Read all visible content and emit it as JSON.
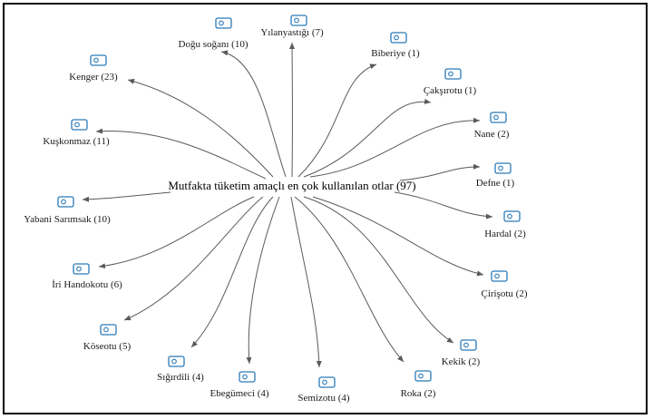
{
  "diagram": {
    "center": {
      "label": "Mutfakta tüketim amaçlı en çok kullanılan otlar (97)"
    },
    "nodes": [
      {
        "id": "yilanyastigi",
        "label": "Yılanyastığı (7)"
      },
      {
        "id": "biberiye",
        "label": "Biberiye (1)"
      },
      {
        "id": "caksirotu",
        "label": "Çakşırotu (1)"
      },
      {
        "id": "nane",
        "label": "Nane (2)"
      },
      {
        "id": "defne",
        "label": "Defne (1)"
      },
      {
        "id": "hardal",
        "label": "Hardal (2)"
      },
      {
        "id": "cirisotu",
        "label": "Çirişotu (2)"
      },
      {
        "id": "kekik",
        "label": "Kekik (2)"
      },
      {
        "id": "roka",
        "label": "Roka (2)"
      },
      {
        "id": "semizotu",
        "label": "Semizotu (4)"
      },
      {
        "id": "ebegumeci",
        "label": "Ebegümeci (4)"
      },
      {
        "id": "sigirdili",
        "label": "Sığırdili (4)"
      },
      {
        "id": "koseotu",
        "label": "Köseotu (5)"
      },
      {
        "id": "iri-handokotu",
        "label": "İri Handokotu (6)"
      },
      {
        "id": "yabani-sarimsak",
        "label": "Yabani Sarımsak (10)"
      },
      {
        "id": "kuskonmaz",
        "label": "Kuşkonmaz (11)"
      },
      {
        "id": "kenger",
        "label": "Kenger (23)"
      },
      {
        "id": "dogu-sogani",
        "label": "Doğu soğanı (10)"
      }
    ],
    "icon": "code-document-icon",
    "colors": {
      "icon": "#2a7ab8",
      "edge": "#5a5a5a",
      "text": "#1a1a1a"
    }
  }
}
